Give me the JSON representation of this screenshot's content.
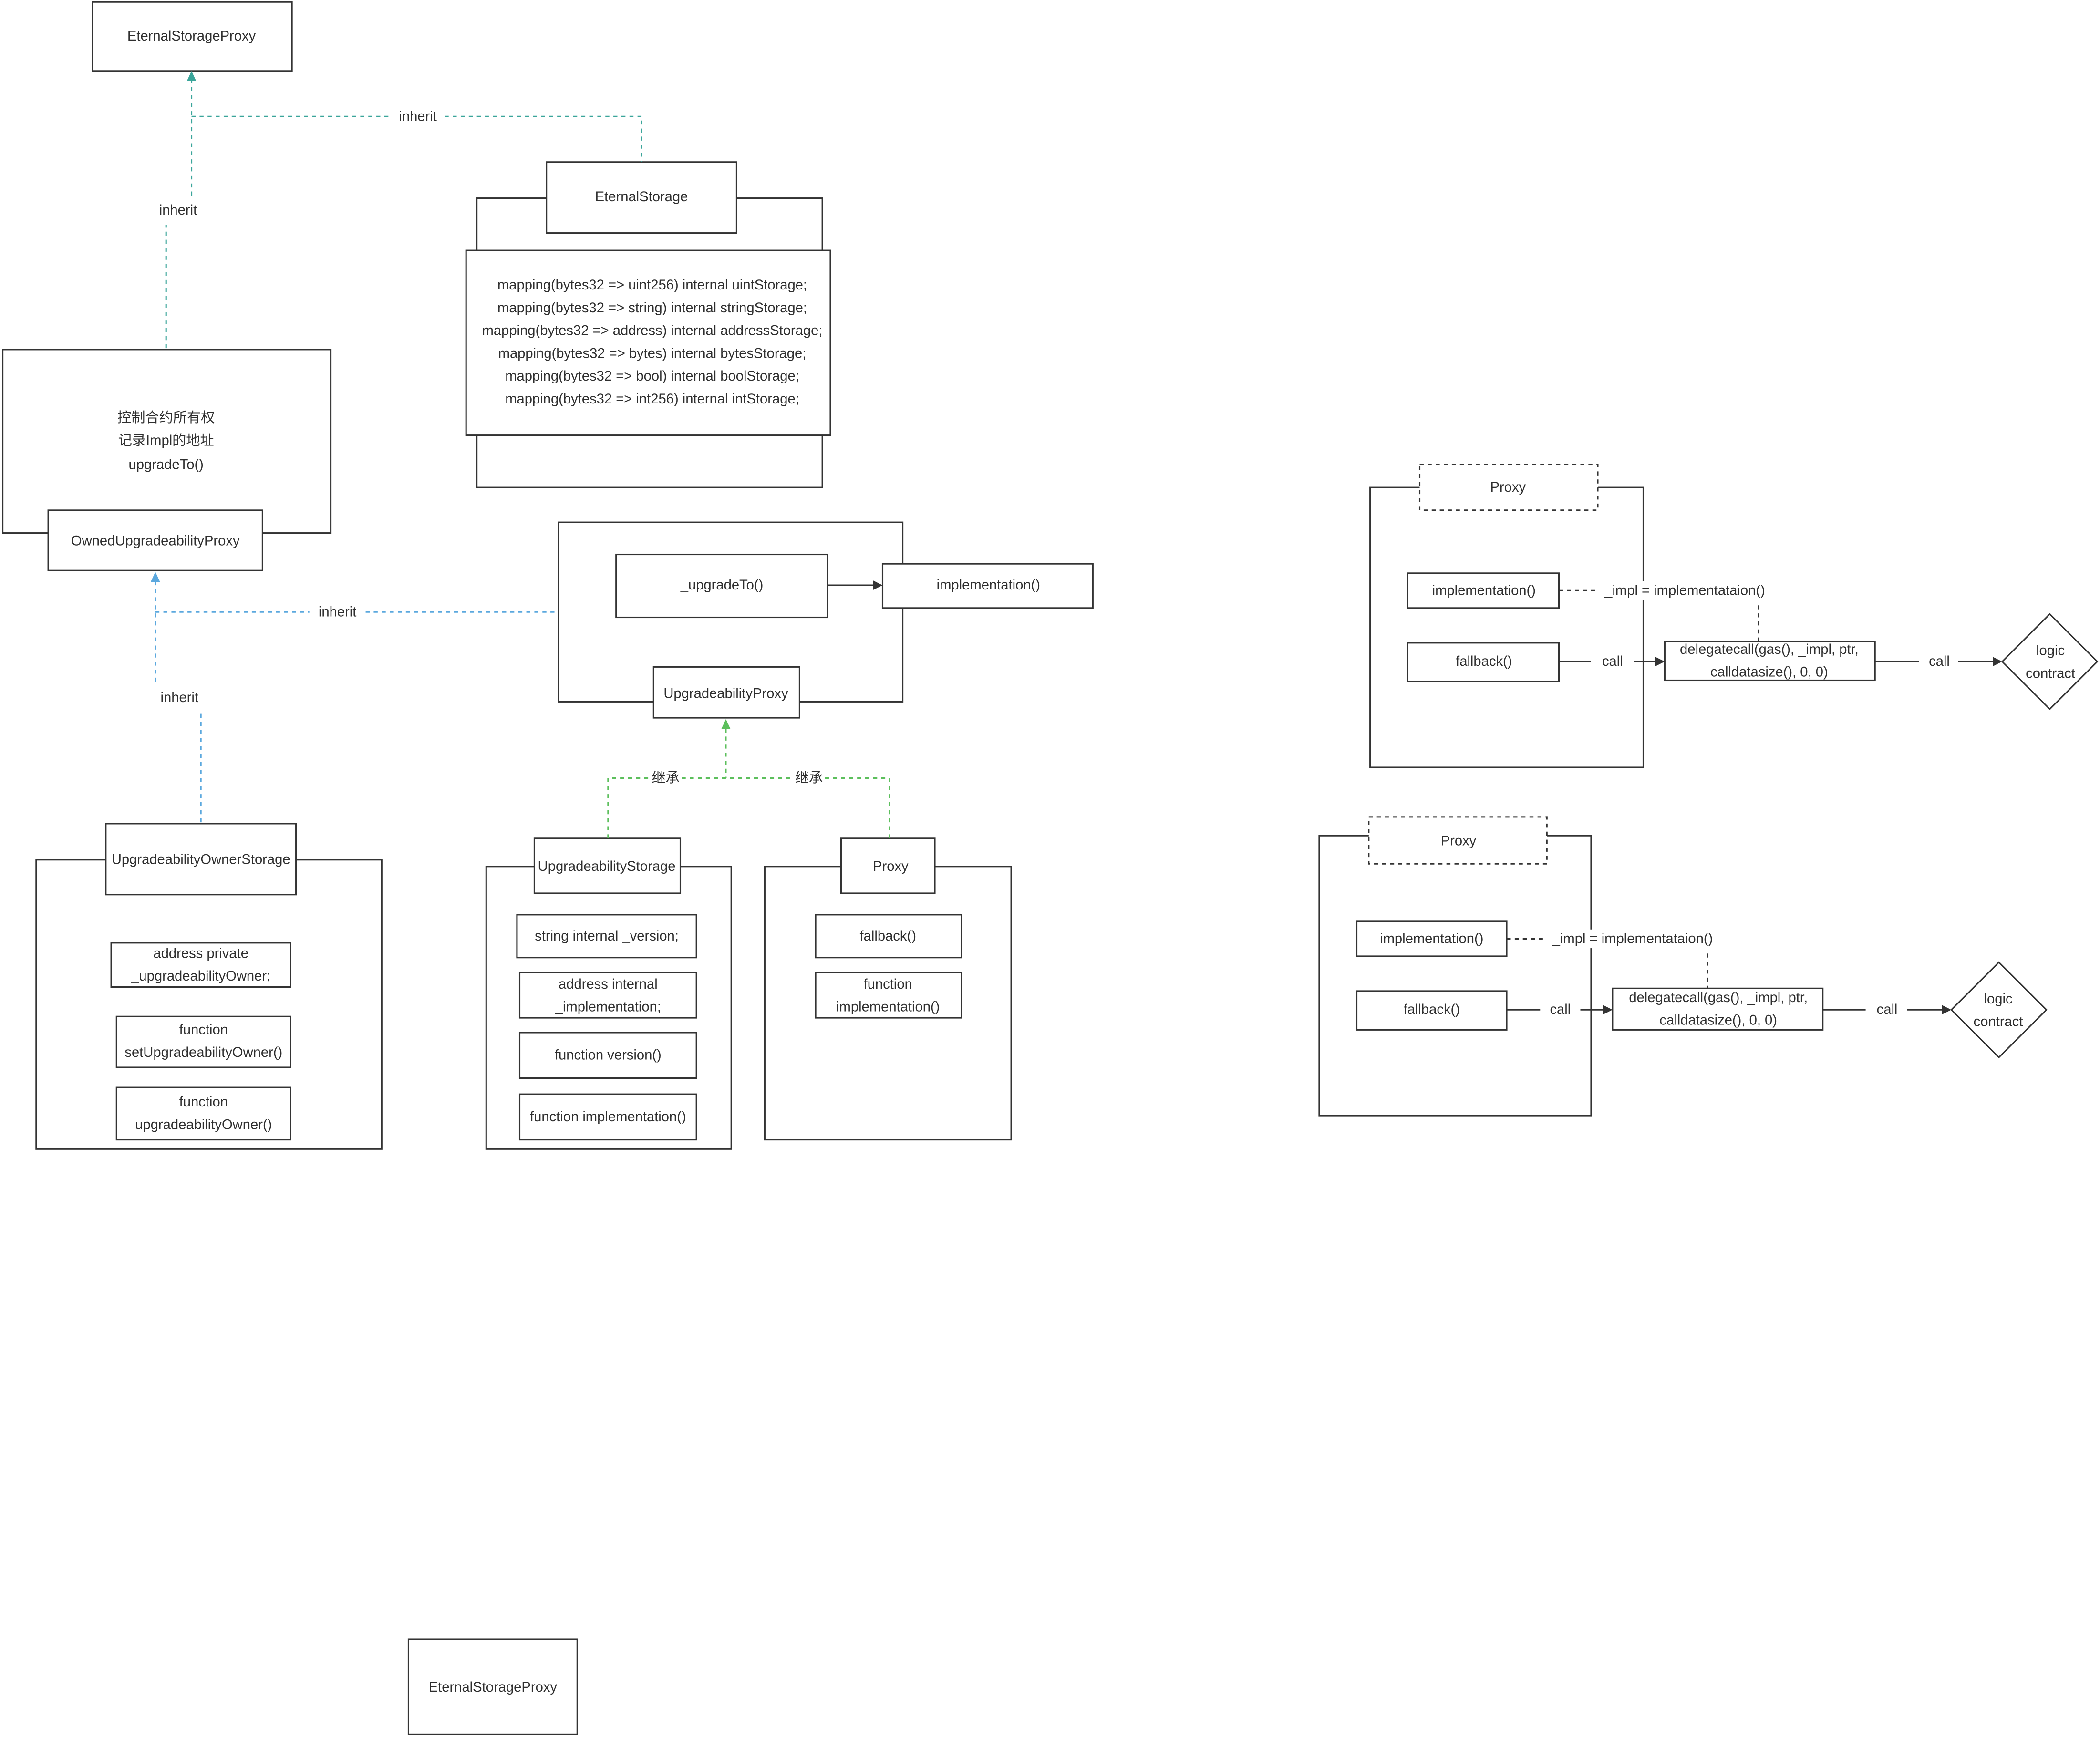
{
  "colors": {
    "background": "#ffffff",
    "stroke": "#333333",
    "text": "#2e2e2e",
    "inherit_teal": "#3aa59a",
    "inherit_blue": "#5ba8de",
    "jicheng_green": "#5cbf5c"
  },
  "eternal_storage_proxy_top": {
    "title": "EternalStorageProxy"
  },
  "eternal_storage": {
    "title": "EternalStorage",
    "mappings": [
      "mapping(bytes32 => uint256) internal uintStorage;",
      "mapping(bytes32 => string) internal stringStorage;",
      "mapping(bytes32 => address) internal addressStorage;",
      "mapping(bytes32 => bytes) internal bytesStorage;",
      "mapping(bytes32 => bool) internal boolStorage;",
      "mapping(bytes32 => int256) internal intStorage;"
    ]
  },
  "owned_upgradeability_proxy": {
    "title": "OwnedUpgradeabilityProxy",
    "notes": [
      "控制合约所有权",
      "记录Impl的地址",
      "upgradeTo()"
    ]
  },
  "upgradeability_proxy": {
    "title": "UpgradeabilityProxy",
    "upgrade_to": "_upgradeTo()",
    "implementation": "implementation()"
  },
  "upgradeability_owner_storage": {
    "title": "UpgradeabilityOwnerStorage",
    "members": [
      {
        "line1": "address private",
        "line2": "_upgradeabilityOwner;"
      },
      {
        "line1": "function",
        "line2": "setUpgradeabilityOwner()"
      },
      {
        "line1": "function",
        "line2": "upgradeabilityOwner()"
      }
    ]
  },
  "upgradeability_storage": {
    "title": "UpgradeabilityStorage",
    "members": [
      {
        "line1": "string internal _version;"
      },
      {
        "line1": "address internal",
        "line2": "_implementation;"
      },
      {
        "line1": "function version()"
      },
      {
        "line1": "function implementation()"
      }
    ]
  },
  "proxy": {
    "title": "Proxy",
    "members": [
      {
        "line1": "fallback()"
      },
      {
        "line1": "function",
        "line2": "implementation()"
      }
    ]
  },
  "edge_labels": [
    "inherit",
    "inherit",
    "inherit",
    "inherit",
    "继承",
    "继承"
  ],
  "call_flows": [
    {
      "title": "Proxy",
      "implementation": "implementation()",
      "impl_assignment": "_impl = implementataion()",
      "fallback": "fallback()",
      "call_label_1": "call",
      "delegatecall_line1": "delegatecall(gas(), _impl, ptr,",
      "delegatecall_line2": "calldatasize(), 0, 0)",
      "call_label_2": "call",
      "target_line1": "logic",
      "target_line2": "contract"
    },
    {
      "title": "Proxy",
      "implementation": "implementation()",
      "impl_assignment": "_impl = implementataion()",
      "fallback": "fallback()",
      "call_label_1": "call",
      "delegatecall_line1": "delegatecall(gas(), _impl, ptr,",
      "delegatecall_line2": "calldatasize(), 0, 0)",
      "call_label_2": "call",
      "target_line1": "logic",
      "target_line2": "contract"
    }
  ],
  "eternal_storage_proxy_bottom": {
    "title": "EternalStorageProxy"
  }
}
